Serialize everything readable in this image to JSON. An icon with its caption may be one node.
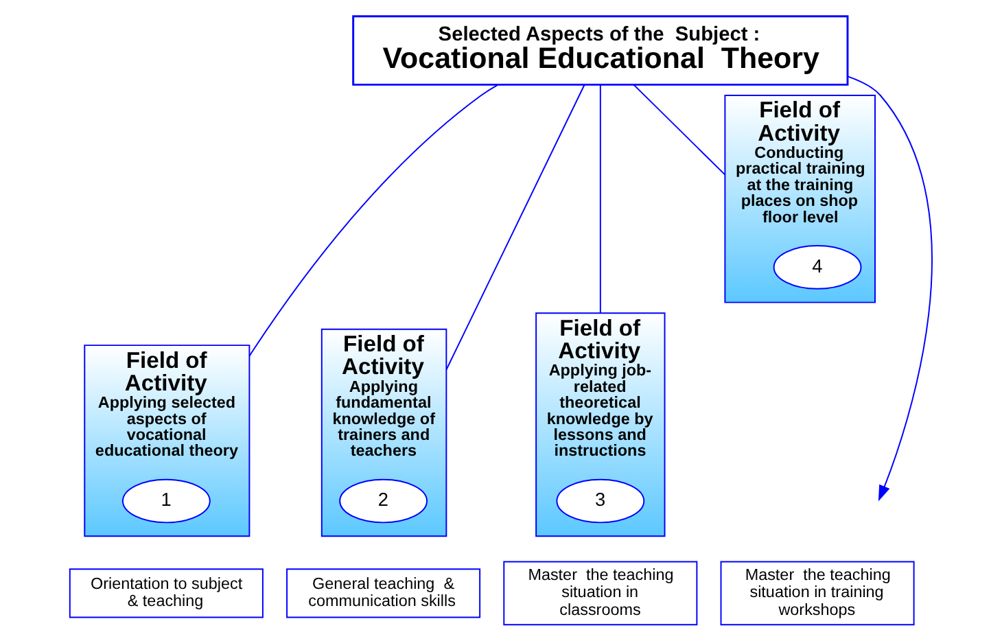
{
  "diagram": {
    "nodes": [
      {
        "text": [
          "Selected Aspects of the  Subject :",
          "Vocational Educational  Theory"
        ]
      },
      {
        "text": [
          "Field of Activity",
          "Applying selected aspects of vocational educational theory"
        ]
      },
      {
        "text": [
          "1"
        ],
        "in": 1
      },
      {
        "text": [
          "Field of Activity",
          "Applying fundamental knowledge of trainers and teachers"
        ]
      },
      {
        "text": [
          "2"
        ],
        "in": 3
      },
      {
        "text": [
          "Field of Activity",
          "Applying job-related theoretical knowledge by lessons and instructions"
        ]
      },
      {
        "text": [
          "3"
        ],
        "in": 5
      },
      {
        "text": [
          "Field of Activity",
          "Conducting practical training at the training places on shop floor level"
        ]
      },
      {
        "text": [
          "4"
        ],
        "in": 7
      },
      {
        "text": [
          "Orientation to subject & teaching"
        ]
      },
      {
        "text": [
          "General teaching  & communication skills"
        ]
      },
      {
        "text": [
          "Master  the teaching situation in classrooms"
        ]
      },
      {
        "text": [
          "Master  the teaching situation in training workshops"
        ]
      }
    ],
    "edges": [
      {
        "from": 0,
        "to": 1,
        "arrow": "none"
      },
      {
        "from": 0,
        "to": 3,
        "arrow": "none"
      },
      {
        "from": 0,
        "to": 5,
        "arrow": "none"
      },
      {
        "from": 0,
        "to": 7,
        "arrow": "none"
      },
      {
        "from": 0,
        "to": null,
        "arrow": "to"
      }
    ]
  }
}
